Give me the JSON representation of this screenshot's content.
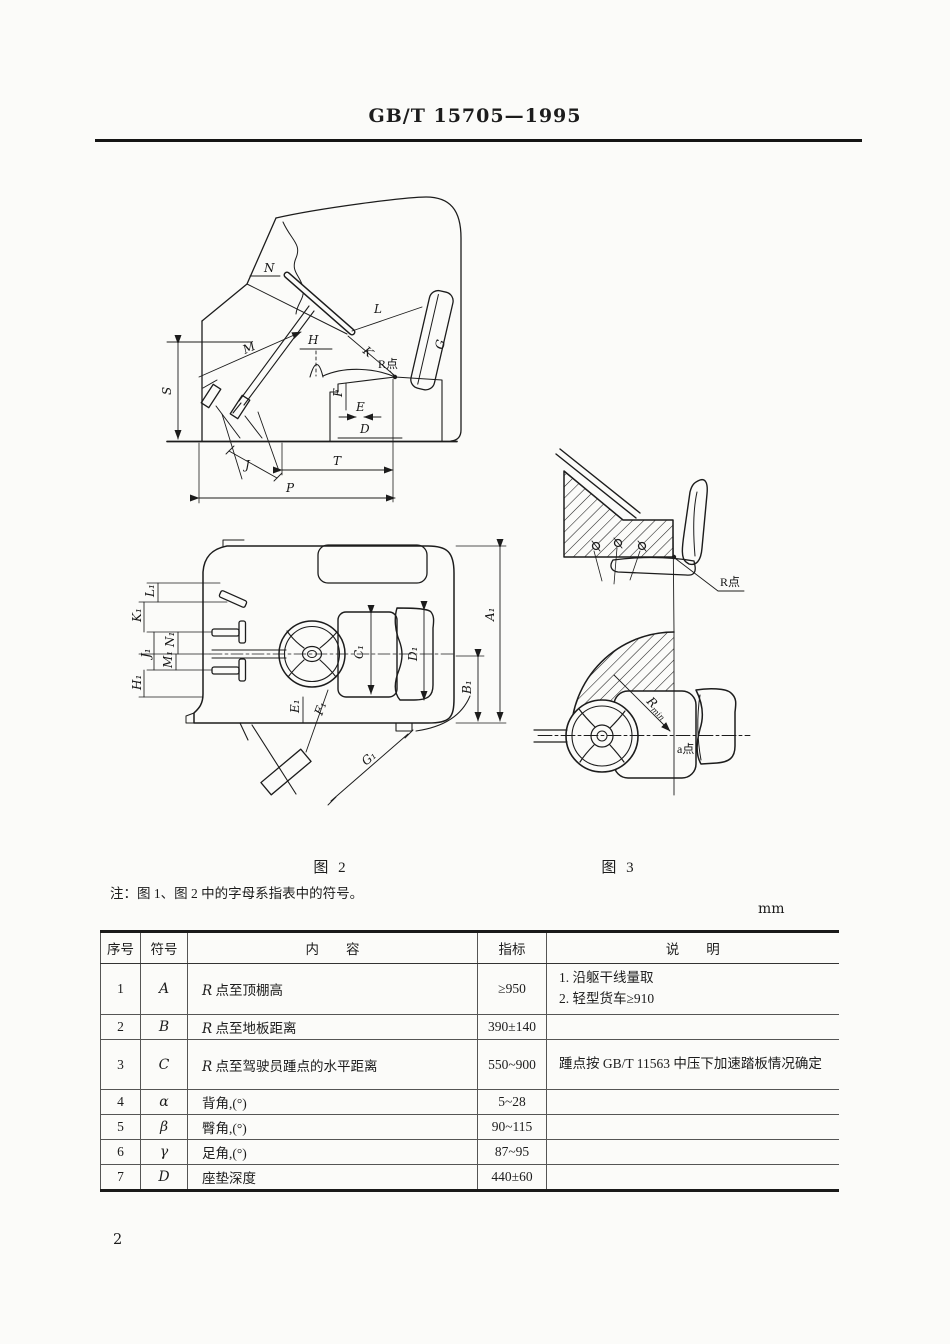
{
  "header": {
    "title": "GB/T 15705—1995"
  },
  "figures": {
    "fig2_caption": "图 2",
    "fig3_caption": "图 3",
    "note": "注：图 1、图 2 中的字母系指表中的符号。",
    "unit": "mm",
    "fig2_side_labels": {
      "N": "N",
      "L": "L",
      "M": "M",
      "H": "H",
      "K": "K",
      "G": "G",
      "R_point": "R点",
      "S": "S",
      "F": "F",
      "E": "E",
      "D": "D",
      "J": "J",
      "T": "T",
      "P": "P"
    },
    "fig2_plan_labels": {
      "L1": "L₁",
      "K1": "K₁",
      "N1": "N₁",
      "J1": "J₁",
      "M1": "M₁",
      "H1": "H₁",
      "E1": "E₁",
      "F1": "F₁",
      "G1": "G₁",
      "C1": "C₁",
      "D1": "D₁",
      "A1": "A₁",
      "B1": "B₁"
    },
    "fig3_labels": {
      "R_point": "R点",
      "R_min_base": "R",
      "R_min_sub": "min",
      "a_point": "a点"
    }
  },
  "table": {
    "headers": {
      "no": "序号",
      "symbol": "符号",
      "content": "内　　容",
      "index": "指标",
      "note": "说　　明"
    },
    "rows": [
      {
        "no": "1",
        "symbol": "A",
        "content": "R 点至顶棚高",
        "index": "≥950",
        "note": "1. 沿躯干线量取\n2. 轻型货车≥910"
      },
      {
        "no": "2",
        "symbol": "B",
        "content": "R 点至地板距离",
        "index": "390±140",
        "note": ""
      },
      {
        "no": "3",
        "symbol": "C",
        "content": "R 点至驾驶员踵点的水平距离",
        "index": "550~900",
        "note": "踵点按 GB/T 11563 中压下加速踏板情况确定"
      },
      {
        "no": "4",
        "symbol": "α",
        "content": "背角,(°)",
        "index": "5~28",
        "note": ""
      },
      {
        "no": "5",
        "symbol": "β",
        "content": "臀角,(°)",
        "index": "90~115",
        "note": ""
      },
      {
        "no": "6",
        "symbol": "γ",
        "content": "足角,(°)",
        "index": "87~95",
        "note": ""
      },
      {
        "no": "7",
        "symbol": "D",
        "content": "座垫深度",
        "index": "440±60",
        "note": ""
      }
    ]
  },
  "page_number": "2"
}
